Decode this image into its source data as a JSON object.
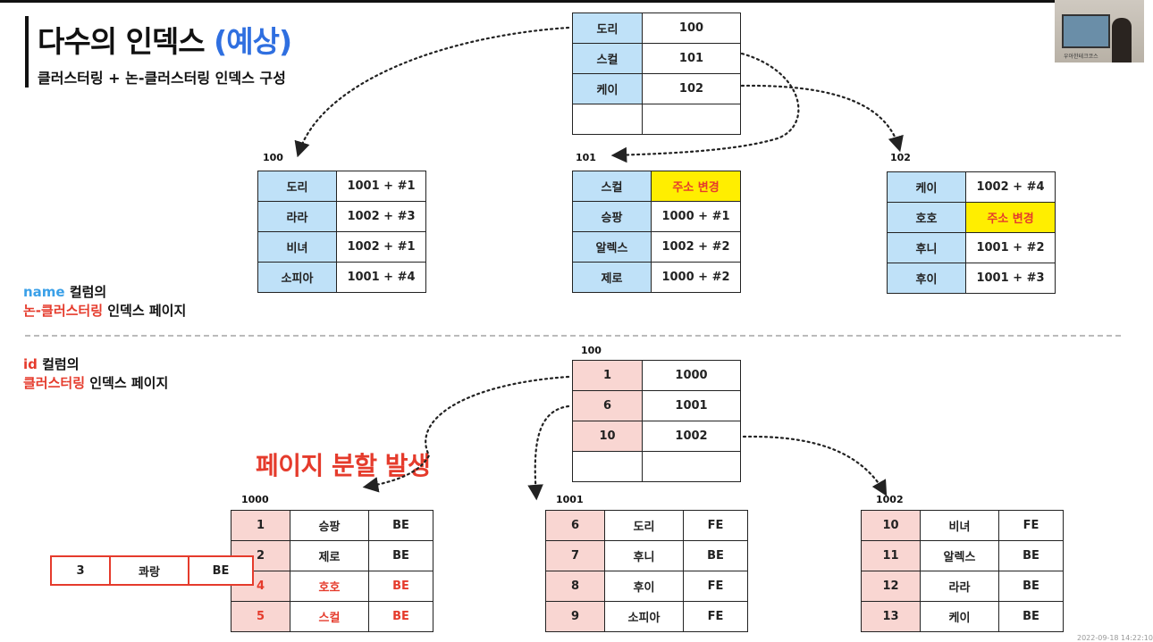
{
  "title": {
    "main": "다수의 인덱스",
    "paren": "(예상)"
  },
  "subtitle": "클러스터링 + 논-클러스터링 인덱스 구성",
  "camera_caption": "우아한테크코스",
  "name_label": {
    "col": "name",
    "col_suffix": " 컬럼의",
    "kind": "논-클러스터링",
    "kind_suffix": " 인덱스 페이지"
  },
  "id_label": {
    "col": "id",
    "col_suffix": " 컬럼의",
    "kind": "클러스터링",
    "kind_suffix": " 인덱스 페이지"
  },
  "split_text": "페이지 분할 발생",
  "timestamp": "2022-09-18 14:22:10",
  "nonclustered": {
    "root": {
      "rows": [
        [
          "도리",
          "100"
        ],
        [
          "스컬",
          "101"
        ],
        [
          "케이",
          "102"
        ],
        [
          "",
          ""
        ]
      ]
    },
    "leaves": [
      {
        "page": "100",
        "rows": [
          [
            "도리",
            "1001 + #1"
          ],
          [
            "라라",
            "1002 + #3"
          ],
          [
            "비녀",
            "1002 + #1"
          ],
          [
            "소피아",
            "1001 + #4"
          ]
        ]
      },
      {
        "page": "101",
        "rows": [
          [
            "스컬",
            "주소 변경"
          ],
          [
            "승팡",
            "1000 + #1"
          ],
          [
            "알렉스",
            "1002 + #2"
          ],
          [
            "제로",
            "1000 + #2"
          ]
        ]
      },
      {
        "page": "102",
        "rows": [
          [
            "케이",
            "1002 + #4"
          ],
          [
            "호호",
            "주소 변경"
          ],
          [
            "후니",
            "1001 + #2"
          ],
          [
            "후이",
            "1001 + #3"
          ]
        ]
      }
    ]
  },
  "clustered": {
    "root": {
      "page": "100",
      "rows": [
        [
          "1",
          "1000"
        ],
        [
          "6",
          "1001"
        ],
        [
          "10",
          "1002"
        ],
        [
          "",
          ""
        ]
      ]
    },
    "leaves": [
      {
        "page": "1000",
        "rows": [
          [
            "1",
            "승팡",
            "BE"
          ],
          [
            "2",
            "제로",
            "BE"
          ],
          [
            "4",
            "호호",
            "BE"
          ],
          [
            "5",
            "스컬",
            "BE"
          ]
        ]
      },
      {
        "page": "1001",
        "rows": [
          [
            "6",
            "도리",
            "FE"
          ],
          [
            "7",
            "후니",
            "BE"
          ],
          [
            "8",
            "후이",
            "FE"
          ],
          [
            "9",
            "소피아",
            "FE"
          ]
        ]
      },
      {
        "page": "1002",
        "rows": [
          [
            "10",
            "비녀",
            "FE"
          ],
          [
            "11",
            "알렉스",
            "BE"
          ],
          [
            "12",
            "라라",
            "BE"
          ],
          [
            "13",
            "케이",
            "BE"
          ]
        ]
      }
    ],
    "popout_row": [
      "3",
      "콰랑",
      "BE"
    ]
  },
  "colors": {
    "nonclustered_key": "#bfe1f8",
    "clustered_key": "#f9d6d2",
    "highlight": "#ffee00",
    "accent_red": "#e53b2c",
    "accent_blue": "#3aa0e8"
  }
}
